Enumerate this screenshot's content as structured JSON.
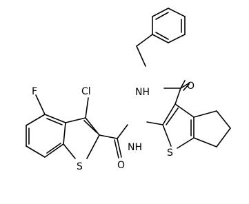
{
  "labels": {
    "nh_amide_top": "NH",
    "o_amide_top": "O",
    "nh_amide_mid": "NH",
    "o_amide_bottom": "O",
    "s_thiophene_right": "S",
    "s_benzothiophene": "S",
    "f_substituent": "F",
    "cl_substituent": "Cl"
  }
}
